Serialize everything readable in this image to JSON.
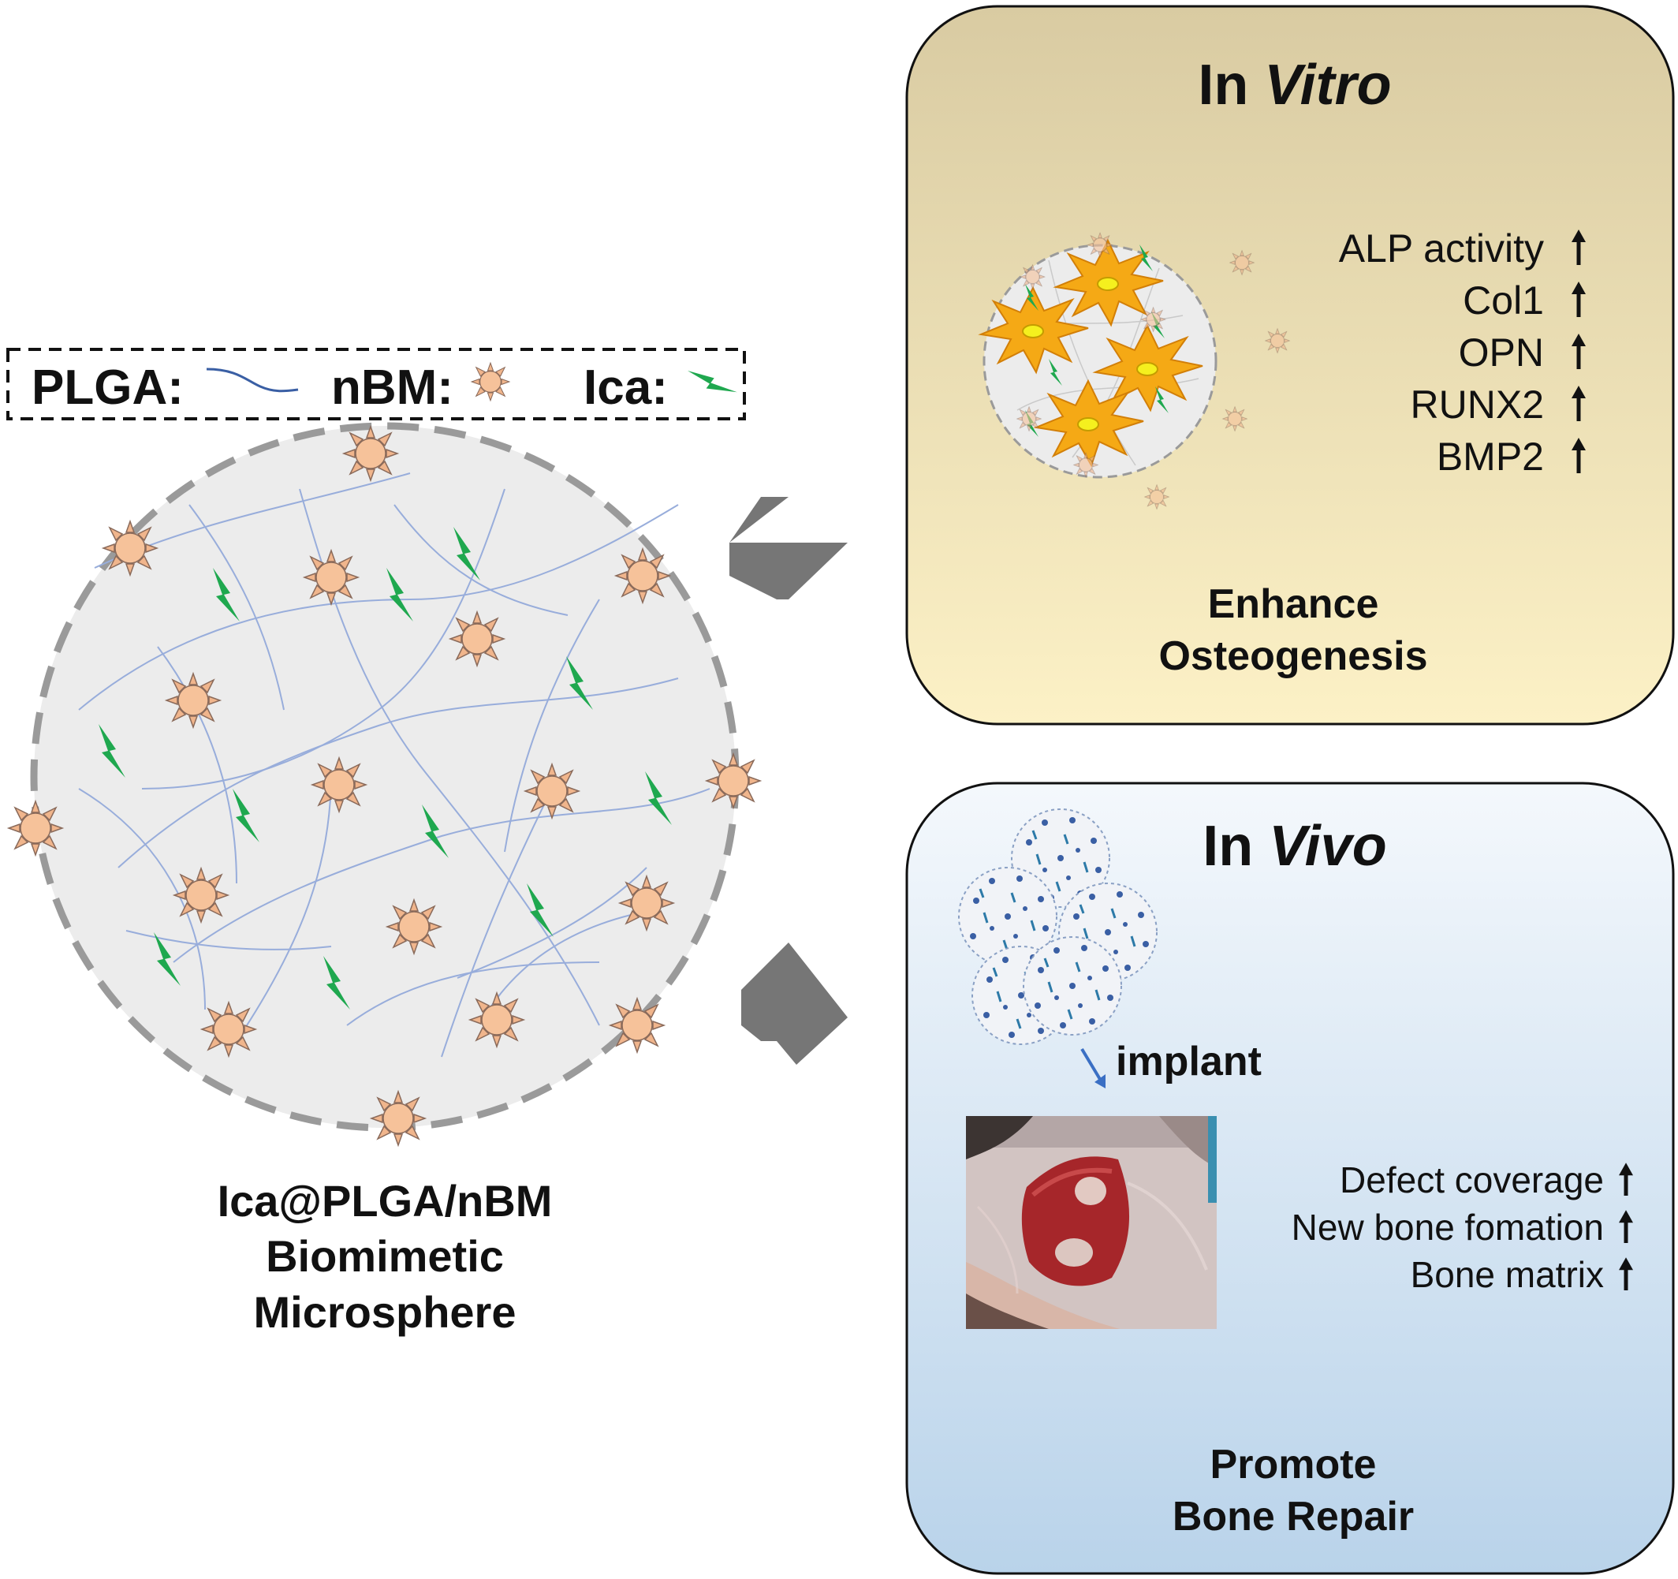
{
  "legend": {
    "plga_label": "PLGA:",
    "nbm_label": "nBM:",
    "ica_label": "Ica:",
    "icons": [
      "polymer-fiber-icon",
      "nanoparticle-icon",
      "drug-lightning-icon"
    ]
  },
  "microsphere": {
    "caption_line1": "Ica@PLGA/nBM",
    "caption_line2": "Biomimetic",
    "caption_line3": "Microsphere"
  },
  "in_vitro": {
    "title_plain": "In ",
    "title_italic": "Vitro",
    "markers": [
      {
        "label": "ALP activity",
        "trend": "up"
      },
      {
        "label": "Col1",
        "trend": "up"
      },
      {
        "label": "OPN",
        "trend": "up"
      },
      {
        "label": "RUNX2",
        "trend": "up"
      },
      {
        "label": "BMP2",
        "trend": "up"
      }
    ],
    "outcome_line1": "Enhance",
    "outcome_line2": "Osteogenesis"
  },
  "in_vivo": {
    "title_plain": "In ",
    "title_italic": "Vivo",
    "implant_label": "implant",
    "markers": [
      {
        "label": "Defect coverage",
        "trend": "up"
      },
      {
        "label": "New bone fomation",
        "trend": "up"
      },
      {
        "label": "Bone matrix",
        "trend": "up"
      }
    ],
    "outcome_line1": "Promote",
    "outcome_line2": "Bone Repair"
  },
  "colors": {
    "vitro_top": "#d9cba2",
    "vitro_bottom": "#fcf1c6",
    "vivo_top": "#f4f8fc",
    "vivo_bottom": "#b9d3ea",
    "sphere_fill": "#ececec",
    "particle_fill": "#f6c29a",
    "drug_green": "#1fa84f",
    "fiber_blue": "#8fa6d0",
    "arrow_gray": "#767676",
    "cell_orange": "#f5a915"
  }
}
